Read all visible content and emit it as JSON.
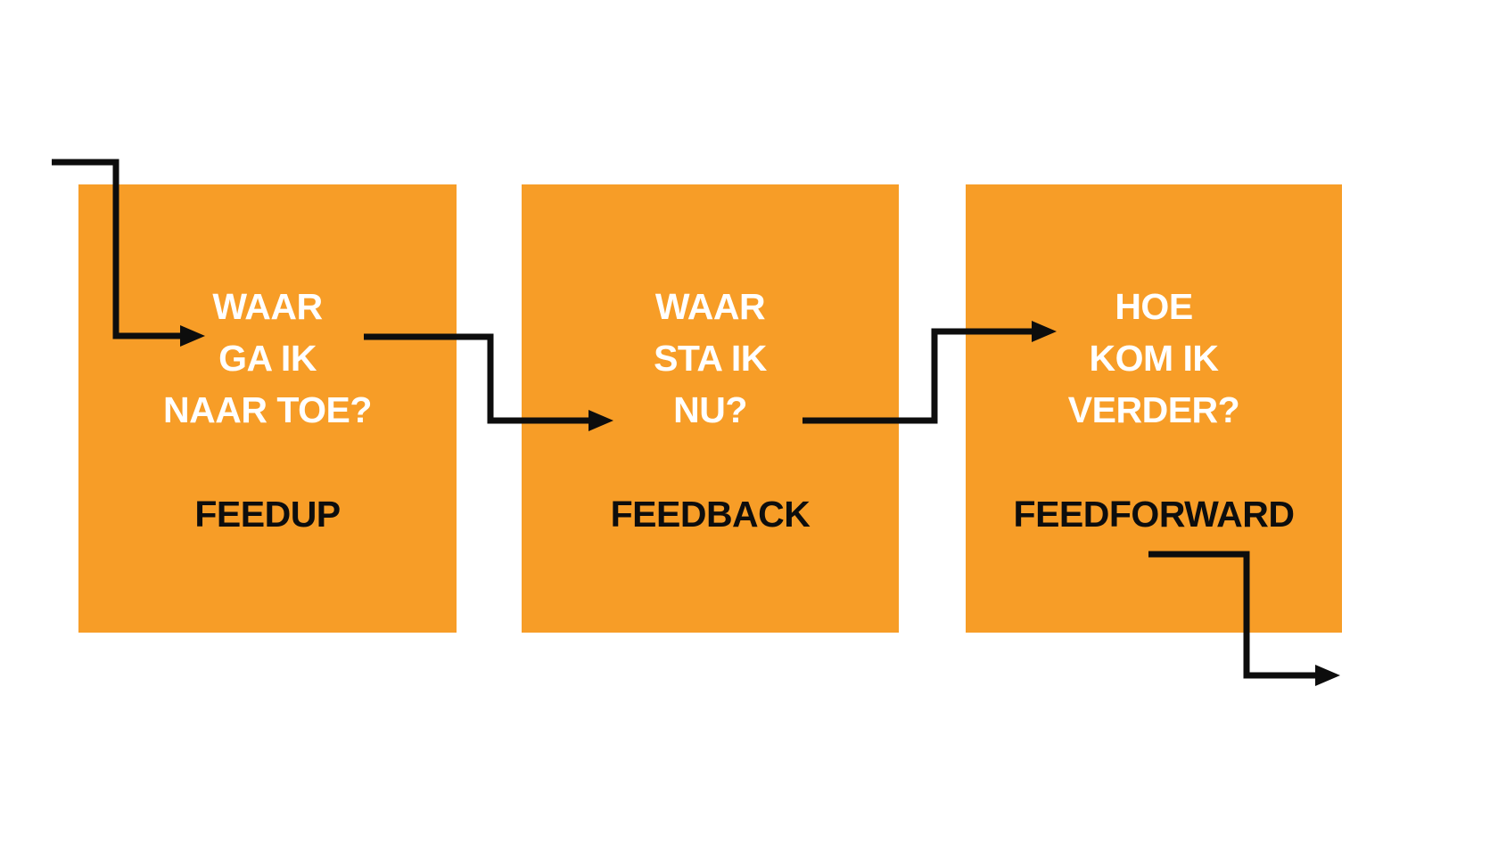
{
  "diagram": {
    "title": "Feedup - Feedback - Feedforward flow",
    "colors": {
      "box_fill": "#F79D27",
      "question_text": "#ffffff",
      "label_text": "#0d0d0d",
      "arrow": "#0d0d0d",
      "background": "#ffffff"
    },
    "boxes": [
      {
        "id": "feedup",
        "question_lines": [
          "WAAR",
          "GA IK",
          "NAAR TOE?"
        ],
        "label": "FEEDUP"
      },
      {
        "id": "feedback",
        "question_lines": [
          "WAAR",
          "STA IK",
          "NU?"
        ],
        "label": "FEEDBACK"
      },
      {
        "id": "feedforward",
        "question_lines": [
          "HOE",
          "KOM IK",
          "VERDER?"
        ],
        "label": "FEEDFORWARD"
      }
    ],
    "flow": {
      "arrow_count": 4,
      "direction": "left-to-right"
    }
  }
}
